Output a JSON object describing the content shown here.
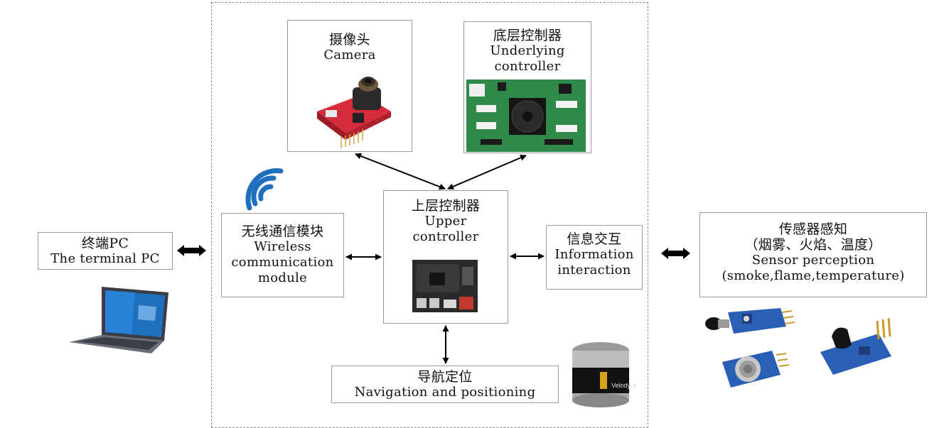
{
  "terminal_pc": {
    "cn": "终端PC",
    "en": "The terminal PC"
  },
  "camera": {
    "cn": "摄像头",
    "en": "Camera"
  },
  "underlying_controller": {
    "cn": "底层控制器",
    "en1": "Underlying",
    "en2": "controller"
  },
  "upper_controller": {
    "cn": "上层控制器",
    "en1": "Upper",
    "en2": "controller"
  },
  "wireless": {
    "cn": "无线通信模块",
    "en1": "Wireless",
    "en2": "communication",
    "en3": "module"
  },
  "info_interaction": {
    "cn": "信息交互",
    "en1": "Information",
    "en2": "interaction"
  },
  "navigation": {
    "cn": "导航定位",
    "en": "Navigation and positioning"
  },
  "sensor": {
    "cn": "传感器感知",
    "cn2": "（烟雾、火焰、温度）",
    "en1": "Sensor perception",
    "en2": "(smoke,flame,temperature)"
  },
  "lidar_label": "Velodyne"
}
